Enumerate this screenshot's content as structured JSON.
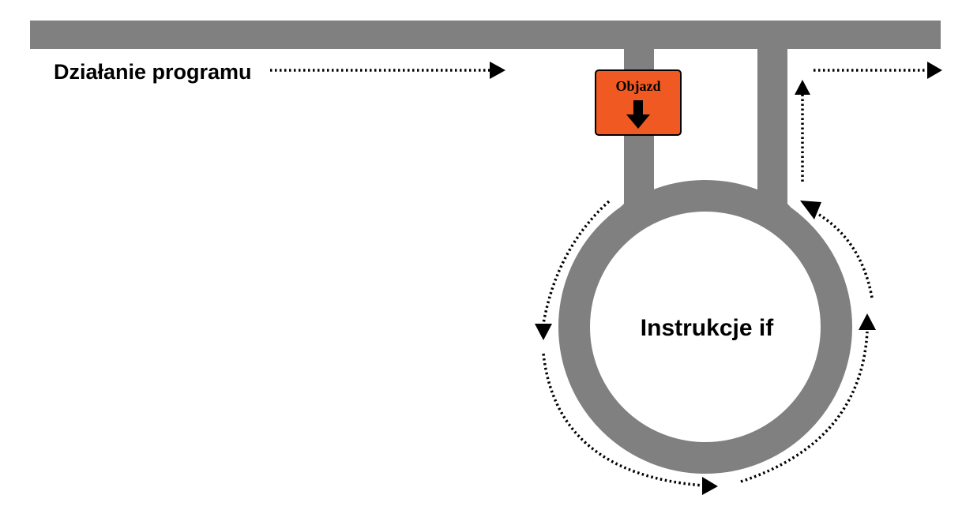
{
  "diagram": {
    "flow_label": "Działanie programu",
    "loop_label": "Instrukcje if",
    "detour_sign": {
      "text": "Objazd",
      "color": "#F05A22",
      "arrow": "down-arrow-icon"
    }
  },
  "colors": {
    "road": "#808080",
    "flow_arrows": "#000000",
    "background": "#FFFFFF"
  }
}
